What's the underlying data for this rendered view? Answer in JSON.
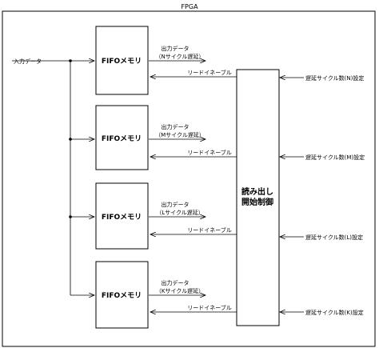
{
  "title": "FPGA",
  "input_label": "入力データ",
  "fifo_label": "FIFOメモリ",
  "controller_label_line1": "読み出し",
  "controller_label_line2": "開始制御",
  "read_enable_label": "リードイネーブル",
  "channels": [
    {
      "out_label_1": "出力データ",
      "out_label_2": "（Nサイクル遅延）",
      "setting": "遅延サイクル数(N)設定"
    },
    {
      "out_label_1": "出力データ",
      "out_label_2": "（Mサイクル遅延）",
      "setting": "遅延サイクル数(M)設定"
    },
    {
      "out_label_1": "出力データ",
      "out_label_2": "（Lサイクル遅延）",
      "setting": "遅延サイクル数(L)設定"
    },
    {
      "out_label_1": "出力データ",
      "out_label_2": "（Kサイクル遅延）",
      "setting": "遅延サイクル数(K)設定"
    }
  ]
}
